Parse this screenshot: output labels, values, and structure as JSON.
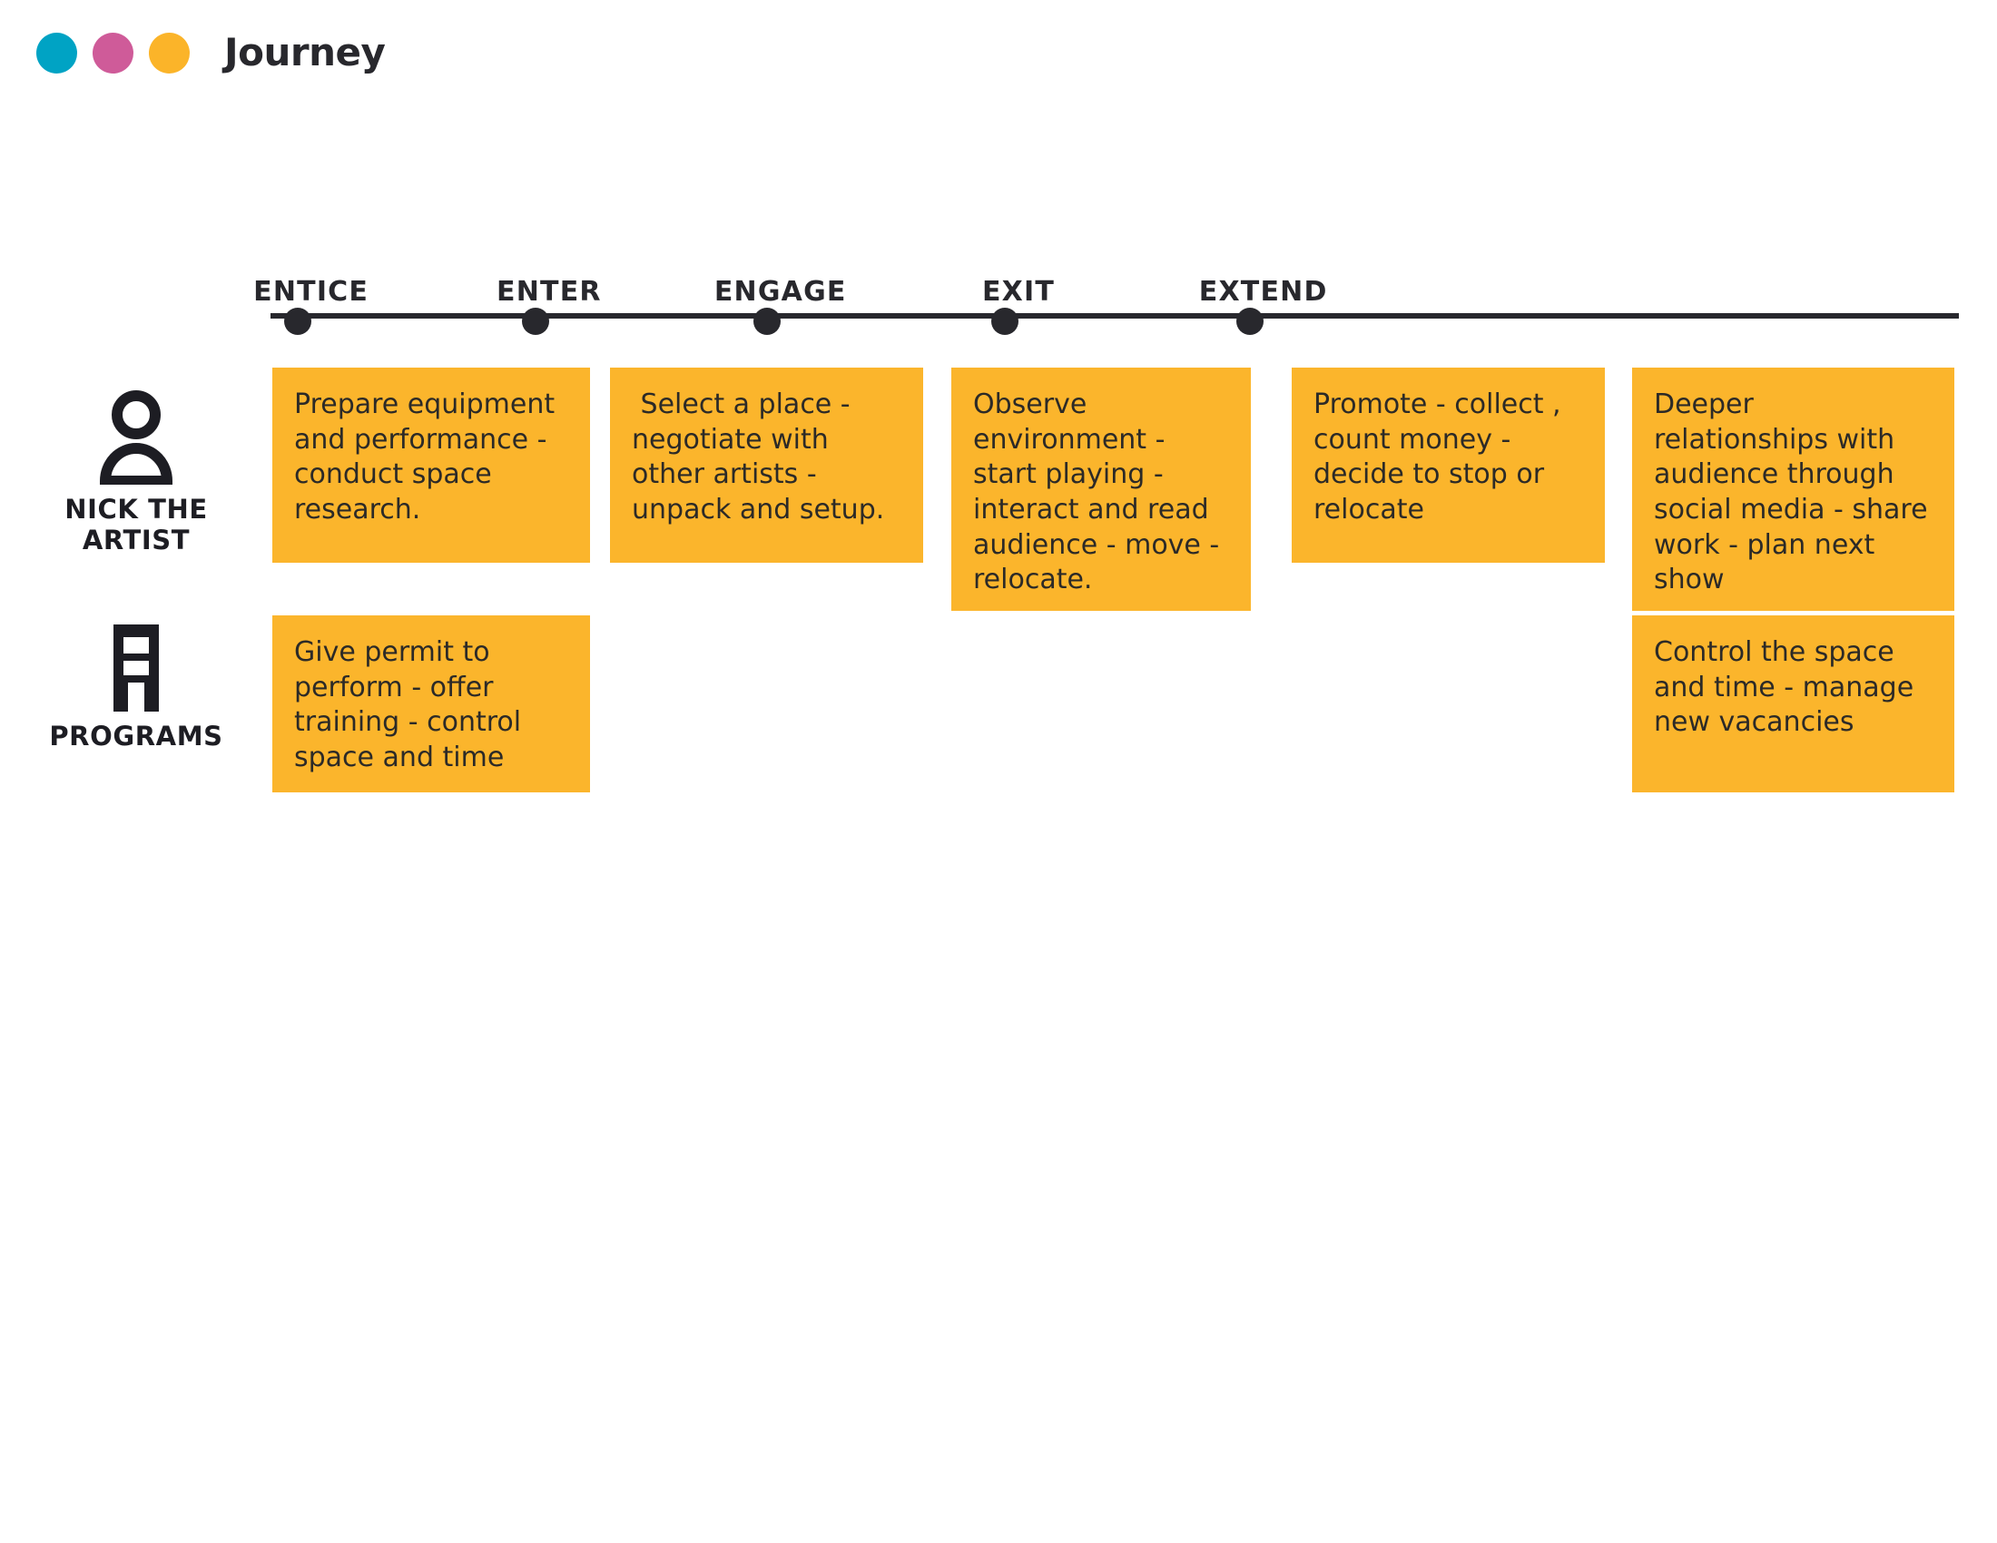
{
  "header": {
    "title": "Journey",
    "dots": [
      {
        "name": "teal-dot",
        "color": "#00a3c4"
      },
      {
        "name": "pink-dot",
        "color": "#cf5b99"
      },
      {
        "name": "amber-dot",
        "color": "#fbb429"
      }
    ]
  },
  "timeline": {
    "line_color": "#28282d",
    "dot_color": "#28282d",
    "stages": [
      {
        "label": "ENTICE",
        "x_pct": 2.4
      },
      {
        "label": "ENTER",
        "x_pct": 16.5
      },
      {
        "label": "ENGAGE",
        "x_pct": 30.2
      },
      {
        "label": "EXIT",
        "x_pct": 44.3
      },
      {
        "label": "EXTEND",
        "x_pct": 58.8
      }
    ]
  },
  "rows": [
    {
      "id": "artist",
      "label": "NICK THE\nARTIST",
      "icon": "person-icon",
      "cards": [
        {
          "stage": "ENTICE",
          "text": "Prepare equipment and performance - conduct space research."
        },
        {
          "stage": "ENTER",
          "text": " Select a place - negotiate with other artists - unpack and setup."
        },
        {
          "stage": "ENGAGE",
          "text": "Observe environment - start playing - interact and read audience - move - relocate."
        },
        {
          "stage": "EXIT",
          "text": "Promote - collect , count money - decide to stop or relocate"
        },
        {
          "stage": "EXTEND",
          "text": "Deeper relationships with audience through social media - share work - plan next show"
        }
      ]
    },
    {
      "id": "programs",
      "label": "PROGRAMS",
      "icon": "building-icon",
      "cards": [
        {
          "stage": "ENTICE",
          "text": "Give permit to perform - offer training - control space and time"
        },
        {
          "stage": "EXTEND",
          "text": "Control the space and time - manage new vacancies"
        }
      ]
    }
  ],
  "colors": {
    "card_background": "#fbb52c",
    "text_dark": "#28282d",
    "page_background": "#ffffff"
  }
}
